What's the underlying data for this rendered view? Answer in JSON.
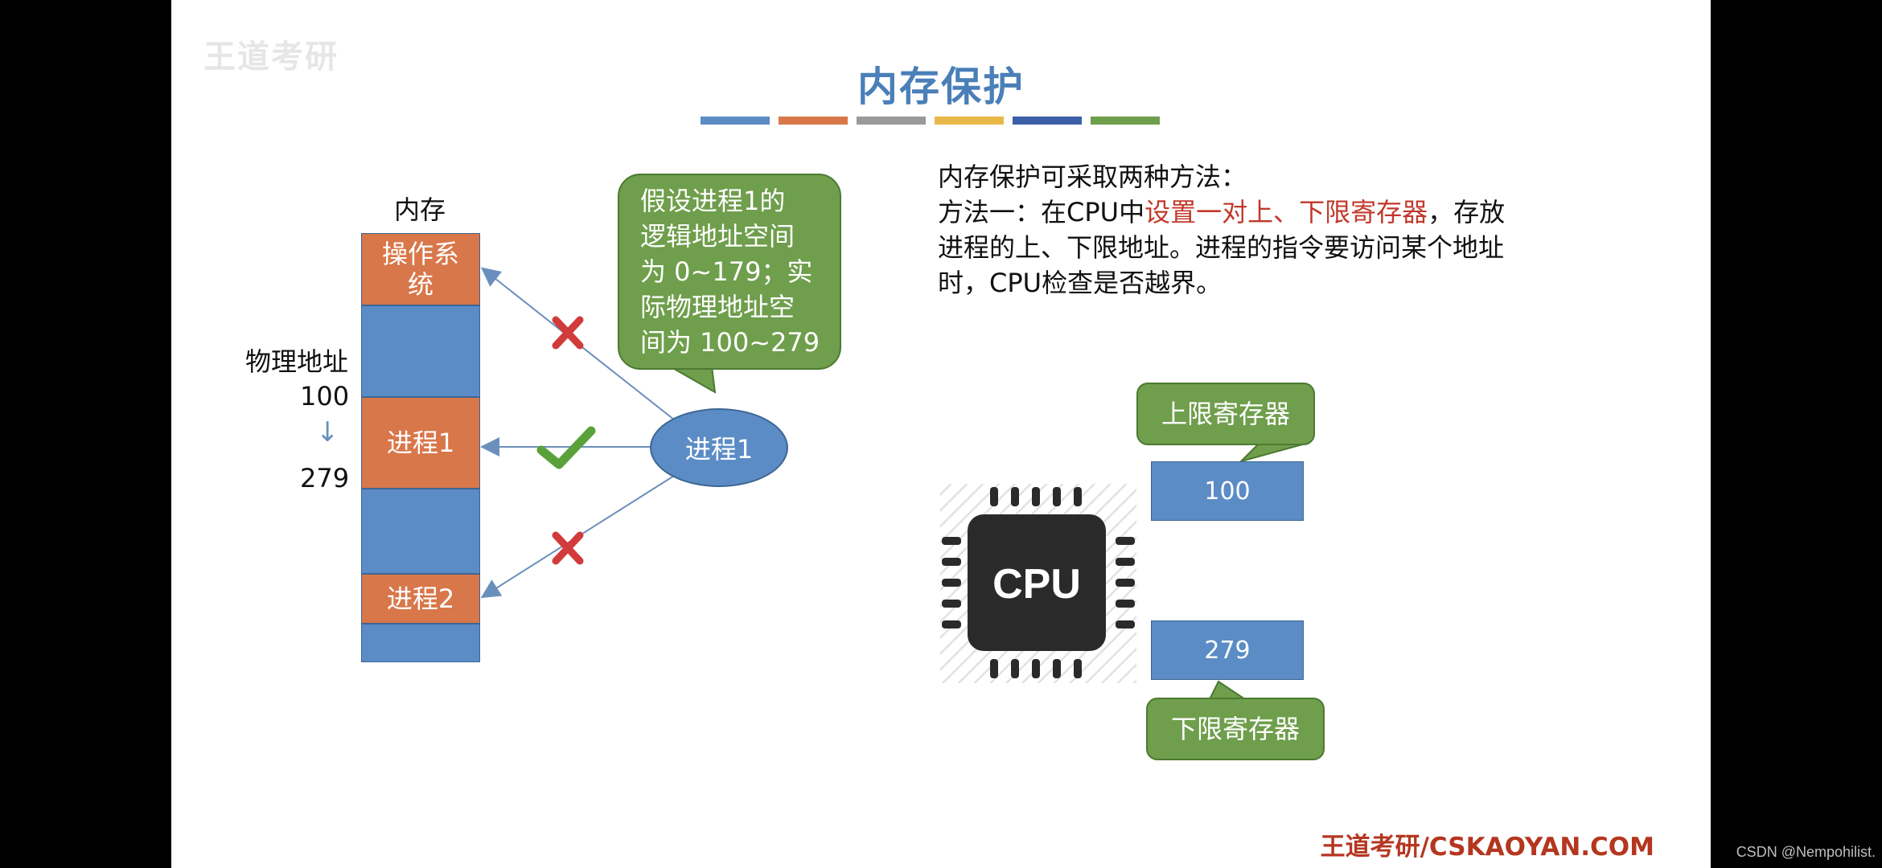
{
  "slide": {
    "title": "内存保护",
    "watermark": "王道考研",
    "footer": "王道考研/CSKAOYAN.COM",
    "title_bar_colors": [
      "#5b8cc6",
      "#d8774a",
      "#9a9a9a",
      "#e8b84a",
      "#3c5fa8",
      "#6f9e4c"
    ]
  },
  "memory": {
    "heading": "内存",
    "segments": {
      "os": "操作系统",
      "process1": "进程1",
      "process2": "进程2"
    },
    "phys_addr_label": "物理地址",
    "addr_start": "100",
    "addr_arrow": "↓",
    "addr_end": "279"
  },
  "callout": {
    "lines": [
      "假设进程1的",
      "逻辑地址空间",
      "为 0~179；实",
      "际物理地址空",
      "间为 100~279"
    ]
  },
  "process_node": "进程1",
  "description": {
    "line1": "内存保护可采取两种方法：",
    "line2_prefix": "方法一：在CPU中",
    "line2_highlight": "设置一对上、下限寄存器",
    "line2_suffix": "，存放",
    "line3": "进程的上、下限地址。进程的指令要访问某个地址",
    "line4": "时，CPU检查是否越界。"
  },
  "registers": {
    "upper_label": "上限寄存器",
    "upper_value": "100",
    "lower_label": "下限寄存器",
    "lower_value": "279"
  },
  "cpu_label": "CPU",
  "csdn_credit": "CSDN @Nempohilist.",
  "colors": {
    "mem_blue": "#5b8cc6",
    "mem_orange": "#d8774a",
    "bubble_green": "#6f9e4c",
    "cross_red": "#d23b3b",
    "check_green": "#5aa13a",
    "highlight_red": "#c0392b"
  }
}
